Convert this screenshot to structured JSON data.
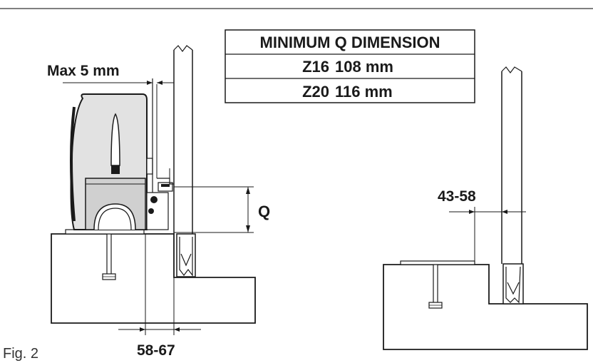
{
  "figure_label": "Fig. 2",
  "table": {
    "header": "MINIMUM Q DIMENSION",
    "rows": [
      {
        "model": "Z16",
        "value": "108 mm"
      },
      {
        "model": "Z20",
        "value": "116 mm"
      }
    ]
  },
  "dimensions": {
    "max_gap": "Max 5 mm",
    "q": "Q",
    "left_offset": "58-67",
    "right_offset": "43-58"
  },
  "colors": {
    "line": "#1a1a1a",
    "motor_fill": "#dcdcdc",
    "motor_dark": "#b0b0b0"
  }
}
